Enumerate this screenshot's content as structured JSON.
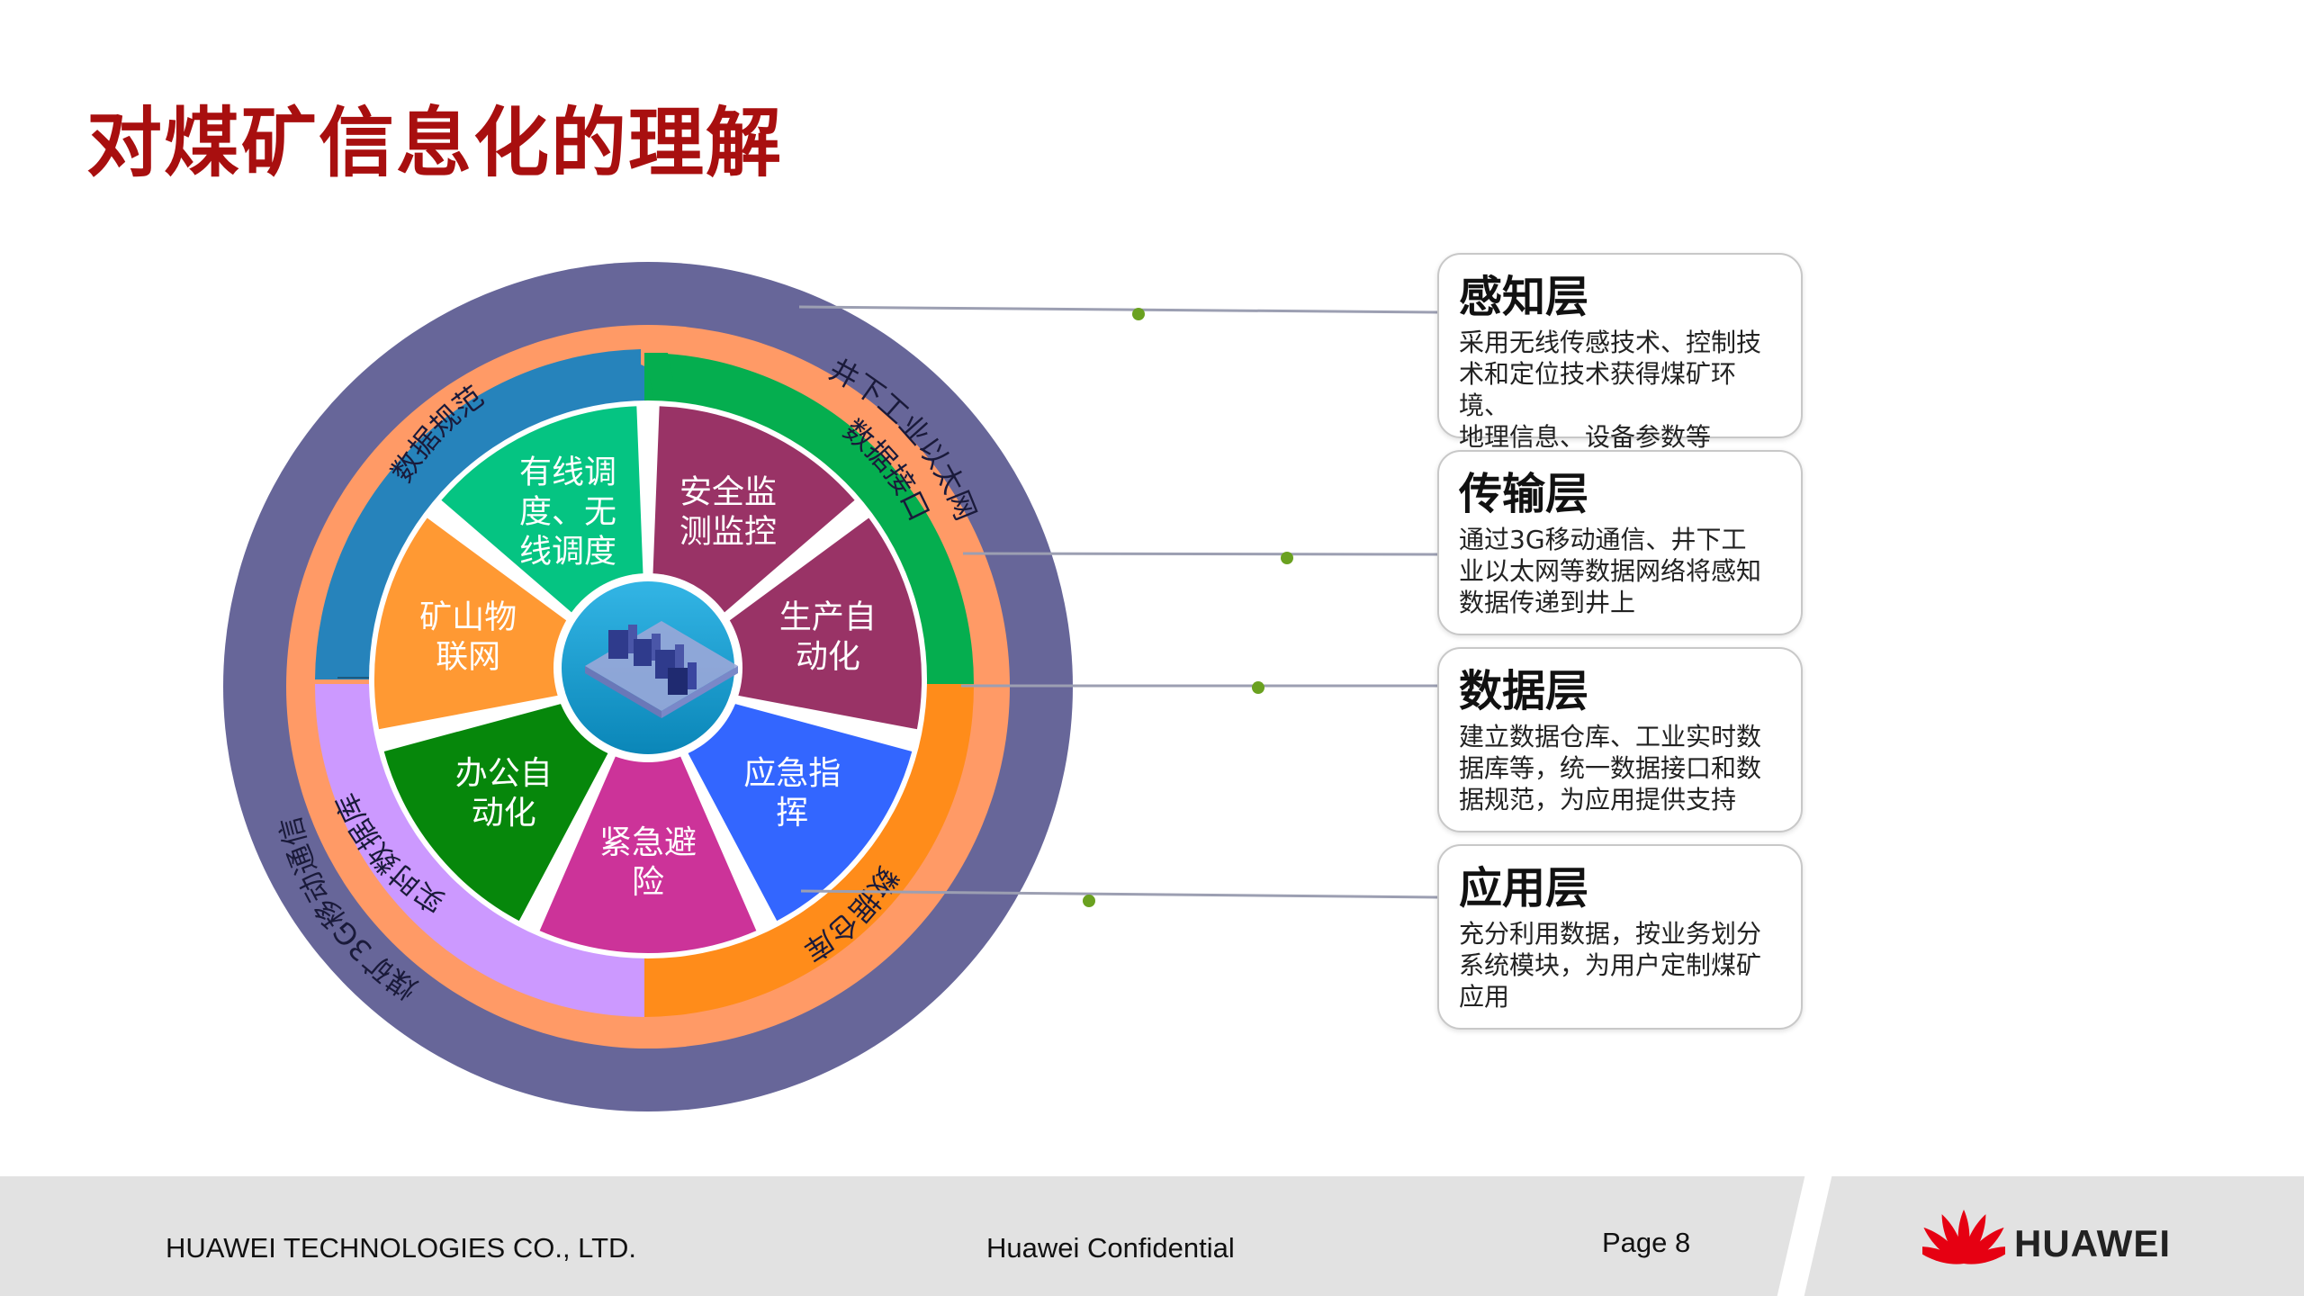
{
  "title": "对煤矿信息化的理解",
  "colors": {
    "title": "#a80f0f",
    "outer_ring": "#676699",
    "orange_ring": "#ff9a66",
    "arc_blue": "#2683bb",
    "arc_green": "#05ae4f",
    "arc_orange": "#ff8c1a",
    "arc_lilac": "#cc99ff",
    "hub": "#0099cc"
  },
  "arc_labels": [
    {
      "text": "数据规范",
      "color": "arc_blue"
    },
    {
      "text": "井下工业以太网",
      "color": "arc_green"
    },
    {
      "text": "数据接口",
      "color": "arc_green"
    },
    {
      "text": "数据仓库",
      "color": "arc_orange"
    },
    {
      "text": "实时数据库",
      "color": "arc_lilac"
    },
    {
      "text": "煤矿3G移动通信",
      "color": "arc_lilac"
    }
  ],
  "segments": [
    {
      "label": "安全监测监控",
      "lines": [
        "安全监",
        "测监控"
      ],
      "color": "#993366"
    },
    {
      "label": "生产自动化",
      "lines": [
        "生产自",
        "动化"
      ],
      "color": "#993366"
    },
    {
      "label": "应急指挥",
      "lines": [
        "应急指",
        "挥"
      ],
      "color": "#3366ff"
    },
    {
      "label": "紧急避险",
      "lines": [
        "紧急避",
        "险"
      ],
      "color": "#cc3399"
    },
    {
      "label": "办公自动化",
      "lines": [
        "办公自",
        "动化"
      ],
      "color": "#06870b"
    },
    {
      "label": "矿山物联网",
      "lines": [
        "矿山物",
        "联网"
      ],
      "color": "#ff9933"
    },
    {
      "label": "有线调度、无线调度",
      "lines": [
        "有线调",
        "度、无",
        "线调度"
      ],
      "color": "#05c482"
    }
  ],
  "hub_icon": "server-network-icon",
  "layers": [
    {
      "title": "感知层",
      "lines": [
        "采用无线传感技术、控制技",
        "术和定位技术获得煤矿环境、",
        "地理信息、设备参数等"
      ]
    },
    {
      "title": "传输层",
      "lines": [
        "通过3G移动通信、井下工",
        "业以太网等数据网络将感知",
        "数据传递到井上"
      ]
    },
    {
      "title": "数据层",
      "lines": [
        "建立数据仓库、工业实时数",
        "据库等，统一数据接口和数",
        "据规范，为应用提供支持"
      ]
    },
    {
      "title": "应用层",
      "lines": [
        "充分利用数据，按业务划分",
        "系统模块，为用户定制煤矿",
        "应用"
      ]
    }
  ],
  "footer": {
    "company": "HUAWEI TECHNOLOGIES CO., LTD.",
    "confidential": "Huawei Confidential",
    "page": "Page 8",
    "logo_text": "HUAWEI"
  }
}
